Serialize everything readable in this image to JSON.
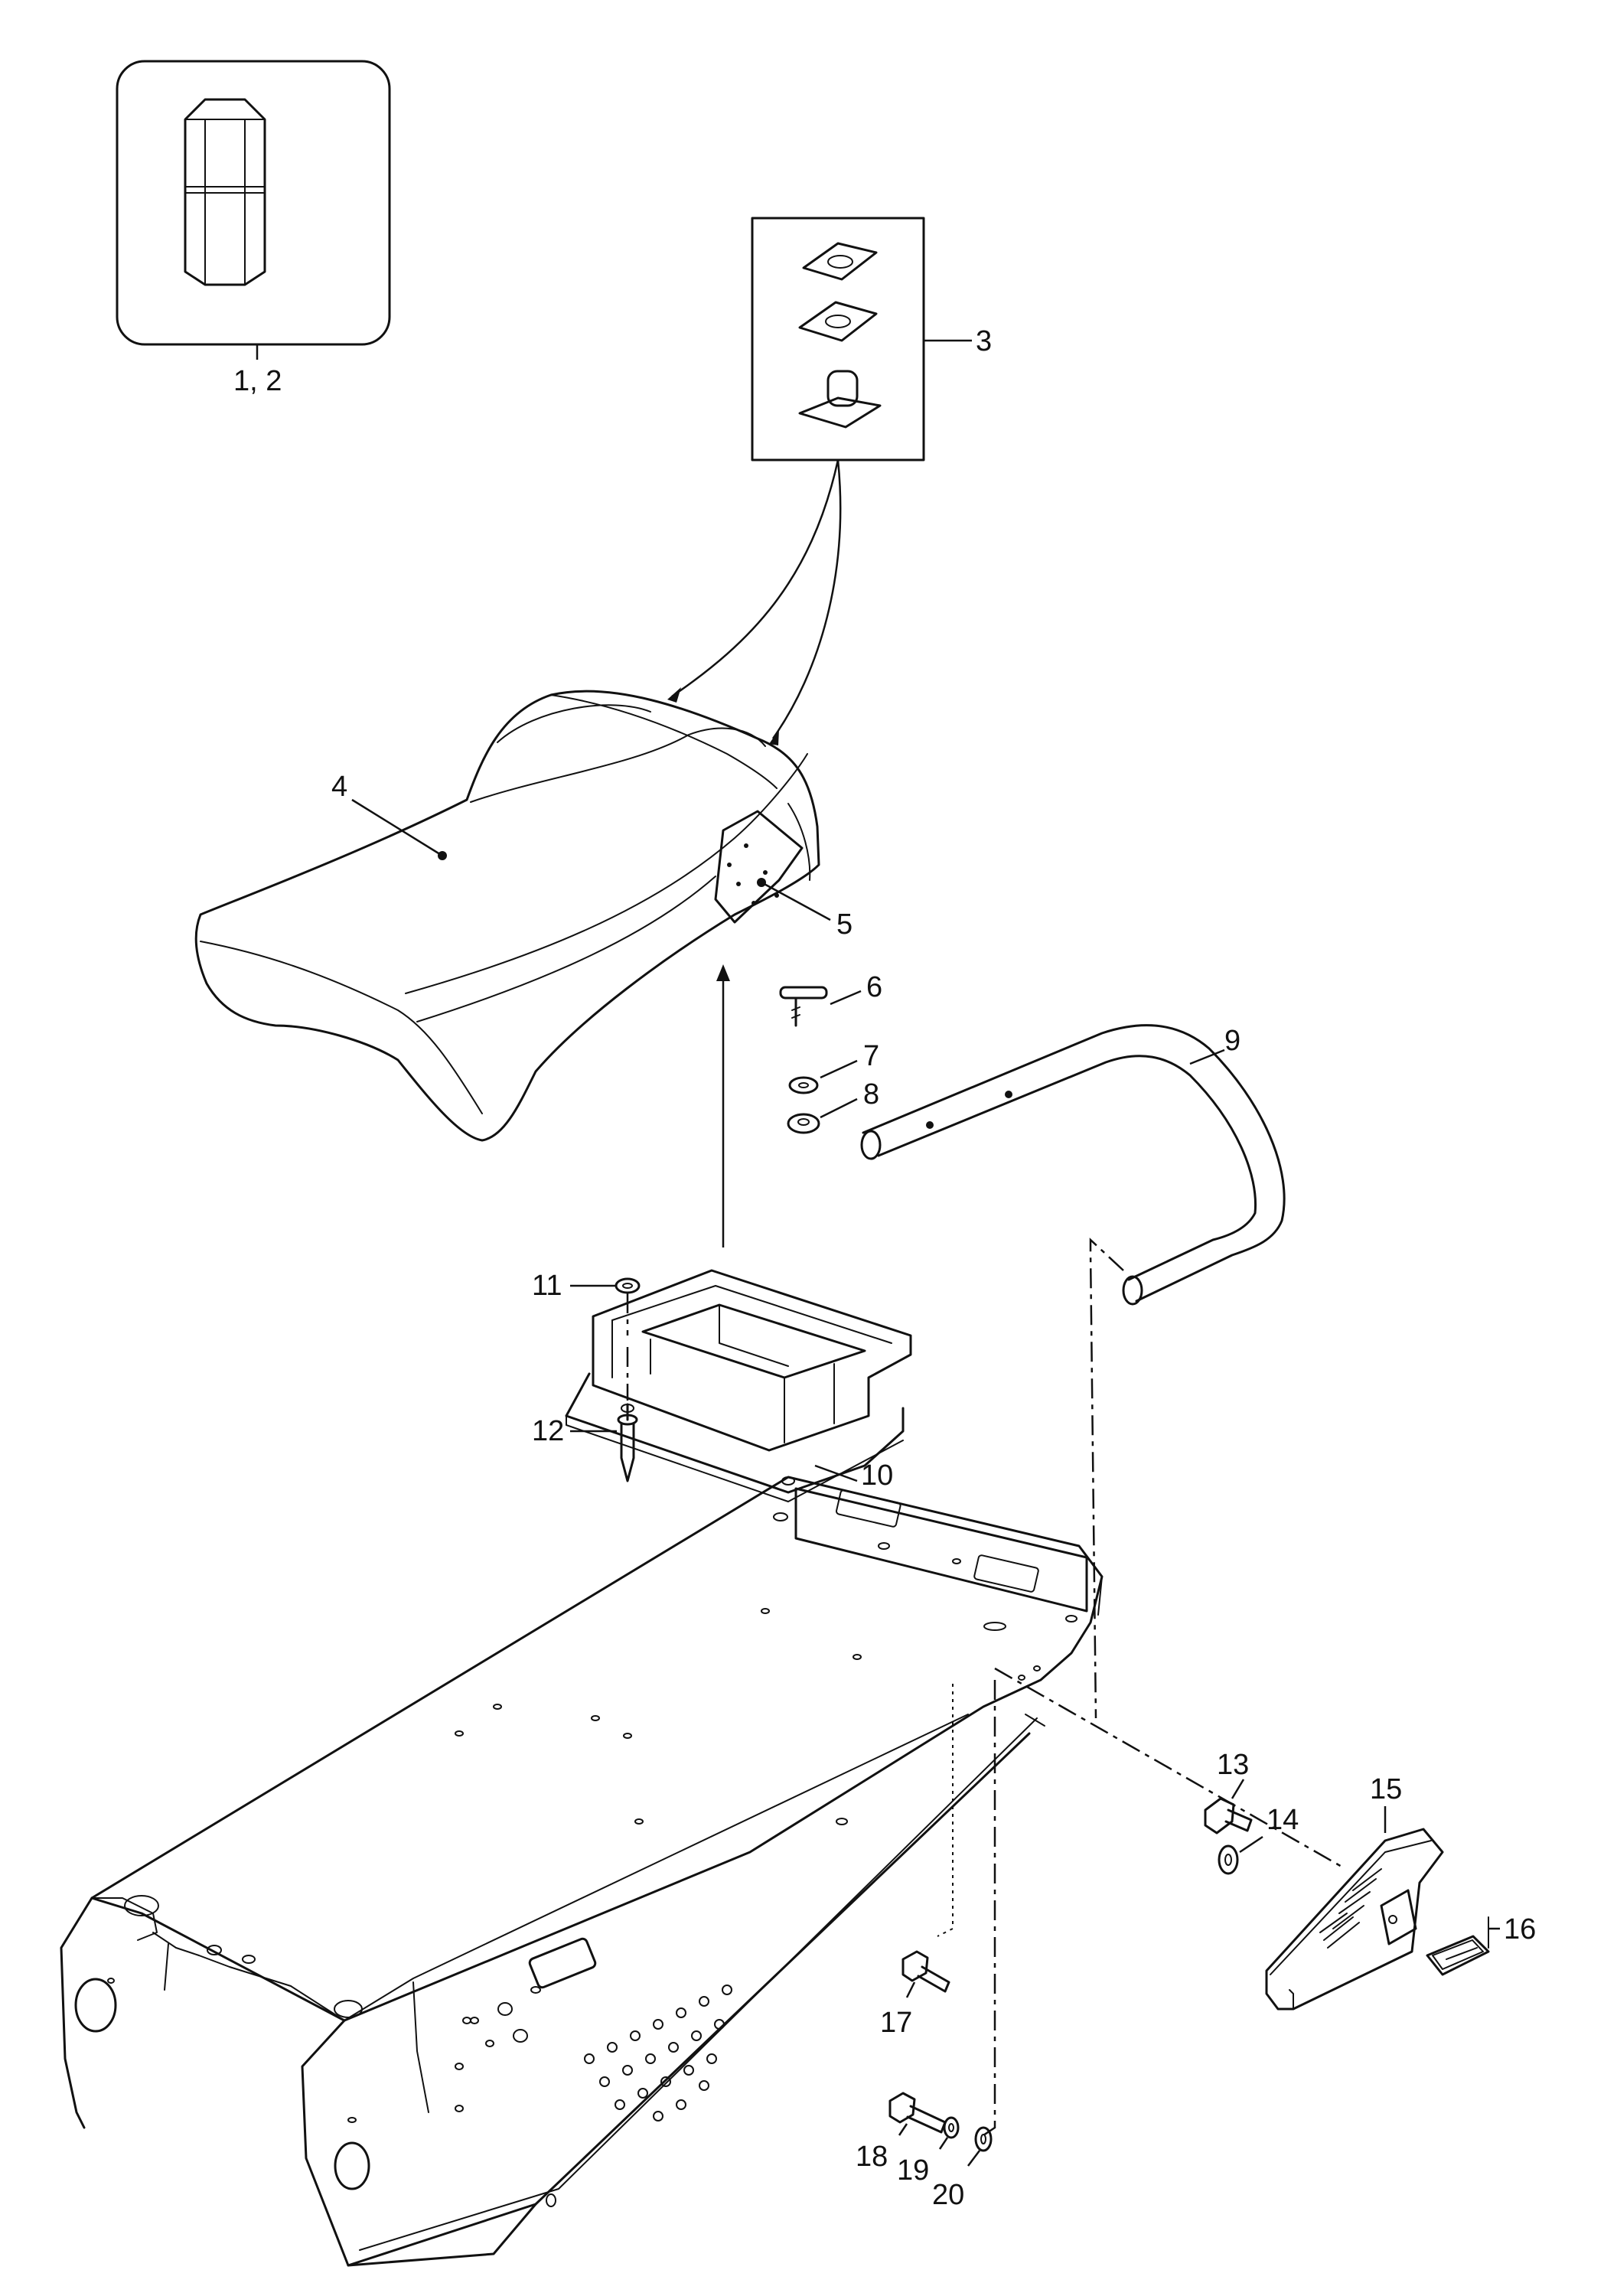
{
  "callouts": {
    "c1_2": "1, 2",
    "c3": "3",
    "c4": "4",
    "c5": "5",
    "c6": "6",
    "c7": "7",
    "c8": "8",
    "c9": "9",
    "c10": "10",
    "c11": "11",
    "c12": "12",
    "c13": "13",
    "c14": "14",
    "c15": "15",
    "c16": "16",
    "c17": "17",
    "c18": "18",
    "c19": "19",
    "c20": "20"
  }
}
